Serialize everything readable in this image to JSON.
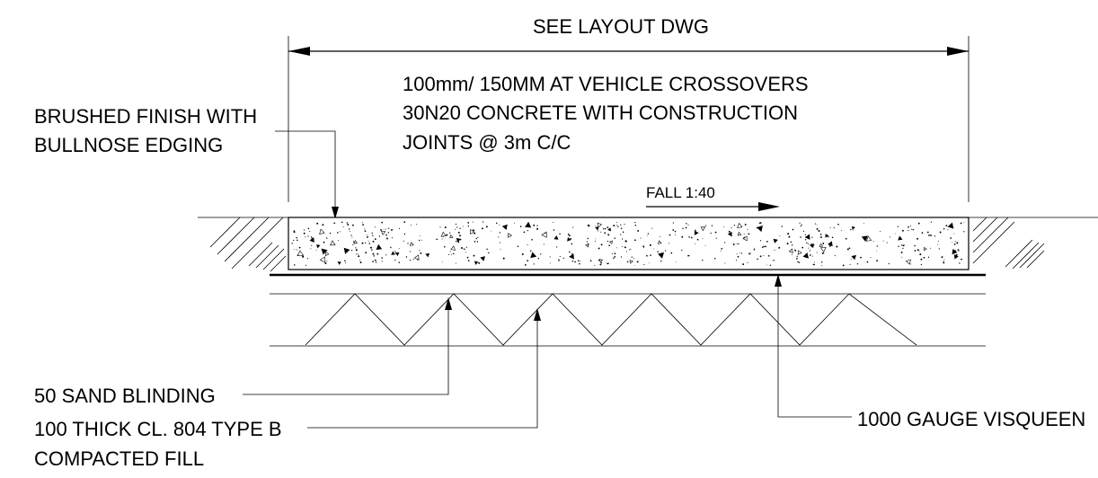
{
  "dimension": {
    "label": "SEE LAYOUT DWG"
  },
  "slab_note": {
    "lines": [
      "100mm/ 150MM AT VEHICLE CROSSOVERS",
      "30N20 CONCRETE WITH CONSTRUCTION",
      "JOINTS @ 3m C/C"
    ]
  },
  "finish_note": {
    "lines": [
      "BRUSHED FINISH WITH",
      "BULLNOSE EDGING"
    ]
  },
  "fall": {
    "label": "FALL 1:40"
  },
  "blinding_note": {
    "label": "50 SAND BLINDING"
  },
  "fill_note": {
    "lines": [
      "100 THICK CL. 804 TYPE B",
      "COMPACTED FILL"
    ]
  },
  "membrane_note": {
    "label": "1000 GAUGE VISQUEEN"
  }
}
